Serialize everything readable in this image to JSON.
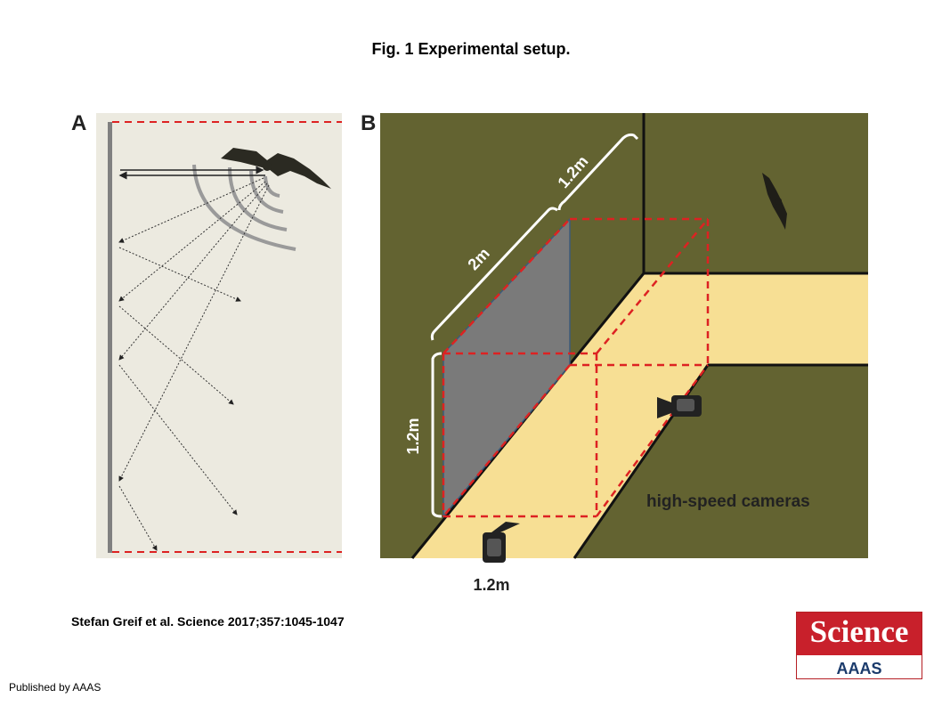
{
  "header": {
    "title": "Fig. 1 Experimental setup."
  },
  "panel_a": {
    "label": "A"
  },
  "panel_b": {
    "label": "B",
    "dim_top": "1.2m",
    "dim_diagonal": "2m",
    "dim_left": "1.2m",
    "dim_bottom": "1.2m",
    "cameras_label": "high-speed cameras"
  },
  "footer": {
    "citation": "Stefan Greif et al. Science 2017;357:1045-1047",
    "publisher": "Published by AAAS"
  },
  "logo": {
    "wordmark": "Science",
    "subtext": "AAAS"
  },
  "colors": {
    "wall": "#636331",
    "floor": "#f7df94",
    "plate": "#7a7a7a",
    "dashed": "#dd2222",
    "panel_a_bg": "#eceae0"
  }
}
